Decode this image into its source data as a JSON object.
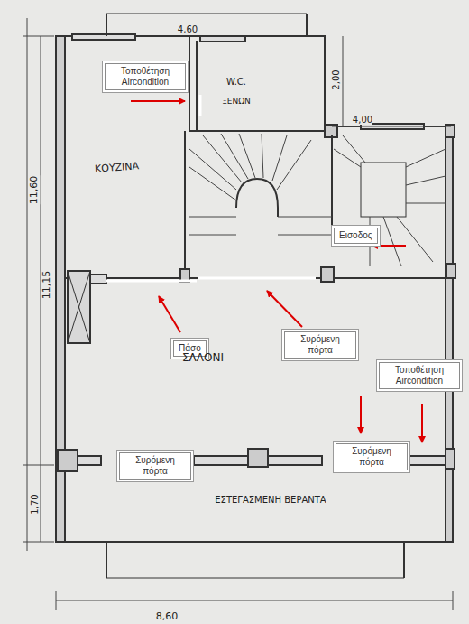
{
  "diagram": {
    "nodes": [
      {
        "text": [
          "Τοποθέτηση Aircondition"
        ]
      },
      {
        "text": [
          "Εισοδος"
        ]
      },
      {
        "text": [
          "Πάσο"
        ]
      },
      {
        "text": [
          "Συρόμενη πόρτα"
        ]
      },
      {
        "text": [
          "Τοποθέτηση Aircondition"
        ]
      },
      {
        "text": [
          "Συρόμενη πόρτα"
        ]
      },
      {
        "text": [
          "Συρόμενη πόρτα"
        ]
      }
    ],
    "labels": [
      "4,60",
      "2,00",
      "4,00",
      "11,60",
      "11,15",
      "1,70",
      "8,60",
      "W.C.",
      "ΞΕΝΩΝ",
      "ΚΟΥΖΙΝΑ",
      "ΣΑΛΟΝΙ",
      "ΕΣΤΕΓΑΣΜΕΝΗ ΒΕΡΑΝΤΑ"
    ]
  }
}
